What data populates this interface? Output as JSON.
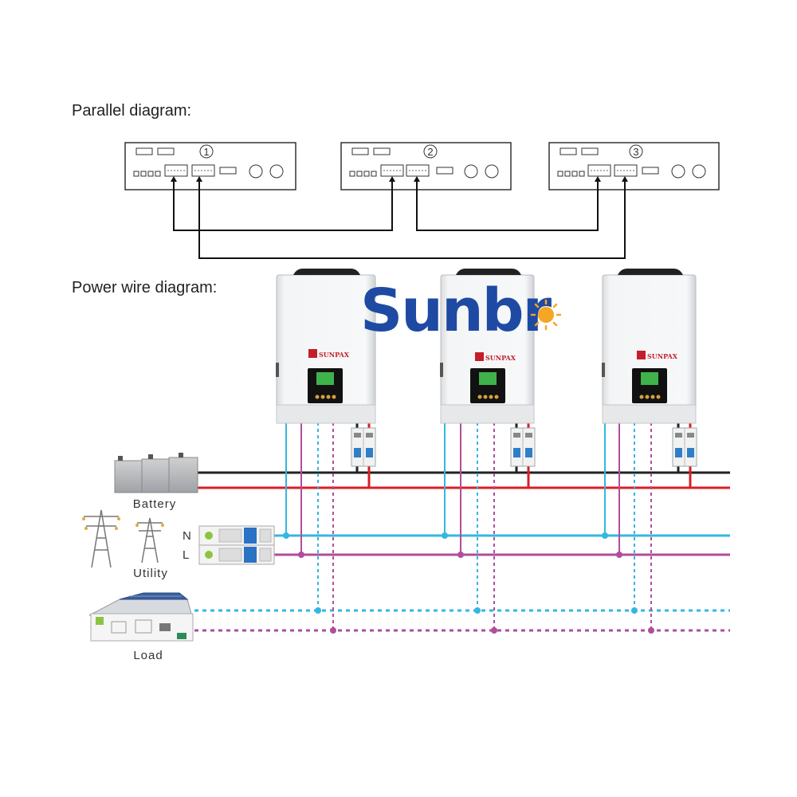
{
  "titles": {
    "parallel": "Parallel diagram:",
    "power": "Power wire diagram:"
  },
  "brand": {
    "logo_text": "Sunbr",
    "logo_color": "#1e4aa3",
    "sun_color": "#f5a623",
    "device_brand": "SUNPAX",
    "device_brand_color": "#c41e2a"
  },
  "parallel_units": [
    {
      "number": "1"
    },
    {
      "number": "2"
    },
    {
      "number": "3"
    }
  ],
  "labels": {
    "battery": "Battery",
    "utility": "Utility",
    "neutral": "N",
    "live": "L",
    "load": "Load"
  },
  "wire_colors": {
    "neutral": "#35b6e0",
    "live": "#b14d9c",
    "battery_negative": "#222222",
    "battery_positive": "#d81f26",
    "comm_cable": "#111111"
  }
}
